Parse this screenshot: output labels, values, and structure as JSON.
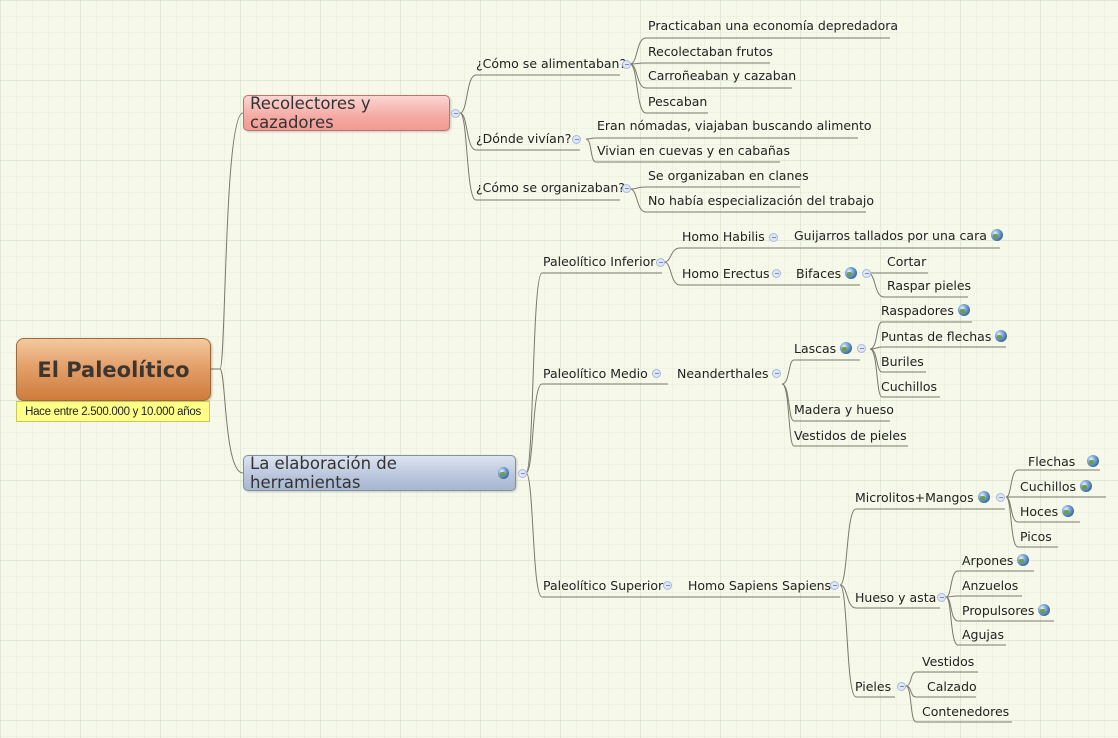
{
  "root": {
    "title": "El Paleolítico",
    "callout": "Hace entre 2.500.000 y 10.000 años",
    "color": "#e3a06a"
  },
  "branches": {
    "recolectores": {
      "label": "Recolectores y cazadores",
      "color": "#f5aaa4",
      "alimentaban": {
        "label": "¿Cómo se alimentaban?",
        "items": [
          "Practicaban una economía depredadora",
          "Recolectaban frutos",
          "Carroñeaban y cazaban",
          "Pescaban"
        ]
      },
      "vivian": {
        "label": "¿Dónde vivían?",
        "items": [
          "Eran nómadas, viajaban buscando alimento",
          "Vivian en cuevas y en cabañas"
        ]
      },
      "organizaban": {
        "label": "¿Cómo se organizaban?",
        "items": [
          "Se organizaban en clanes",
          "No había especialización del trabajo"
        ]
      }
    },
    "herramientas": {
      "label": "La elaboración de herramientas",
      "color": "#b9c5dc",
      "inferior": {
        "label": "Paleolítico Inferior",
        "habilis": {
          "label": "Homo Habilis",
          "item": "Guijarros tallados por una cara"
        },
        "erectus": {
          "label": "Homo Erectus",
          "bifaces": "Bifaces",
          "items": [
            "Cortar",
            "Raspar pieles"
          ]
        }
      },
      "medio": {
        "label": "Paleolítico Medio",
        "neanderthales": "Neanderthales",
        "lascas": {
          "label": "Lascas",
          "items": [
            "Raspadores",
            "Puntas de flechas",
            "Buriles",
            "Cuchillos"
          ]
        },
        "others": [
          "Madera y hueso",
          "Vestidos de pieles"
        ]
      },
      "superior": {
        "label": "Paleolítico Superior",
        "sapiens": "Homo Sapiens Sapiens",
        "microlitos": {
          "label": "Microlitos+Mangos",
          "items": [
            "Flechas",
            "Cuchillos",
            "Hoces",
            "Picos"
          ]
        },
        "hueso": {
          "label": "Hueso y asta",
          "items": [
            "Arpones",
            "Anzuelos",
            "Propulsores",
            "Agujas"
          ]
        },
        "pieles": {
          "label": "Pieles",
          "items": [
            "Vestidos",
            "Calzado",
            "Contenedores"
          ]
        }
      }
    }
  },
  "icons": {
    "hyperlink": "globe-icon",
    "collapse": "collapse-minus-icon"
  }
}
